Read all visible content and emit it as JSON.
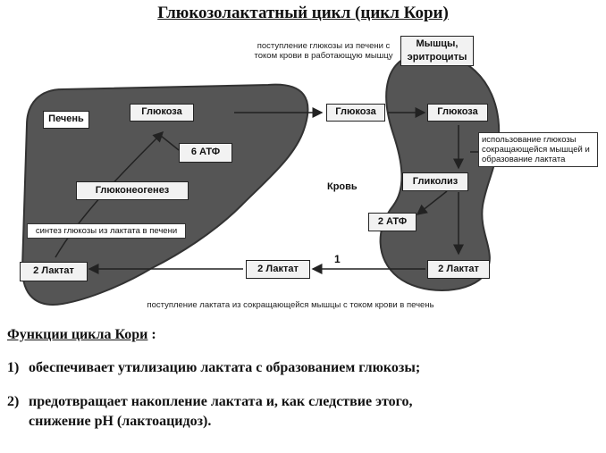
{
  "title": "Глюкозолактатный цикл (цикл Кори)",
  "diagram": {
    "liver_label": "Печень",
    "muscle_label": "Мышцы, эритроциты",
    "blood_label": "Кровь",
    "liver_glucose": "Глюкоза",
    "atp6": "6 АТФ",
    "gluconeogenesis": "Глюконеогенез",
    "liver_lactate": "2 Лактат",
    "blood_glucose": "Глюкоза",
    "muscle_glucose": "Глюкоза",
    "glycolysis": "Гликолиз",
    "atp2": "2 АТФ",
    "muscle_lactate": "2 Лактат",
    "blood_lactate": "2 Лактат",
    "step_number": "1",
    "note_glucose_supply": "поступление глюкозы из печени с током крови в работающую мышцу",
    "note_glucose_use": "использование глюкозы сокращающейся мышцей и образование лактата",
    "note_synthesis": "синтез глюкозы из лактата в печени",
    "note_lactate_supply": "поступление лактата из сокращающейся мышцы с током крови в печень"
  },
  "functions": {
    "heading": "Функции цикла Кори",
    "heading_suffix": " :",
    "items": [
      {
        "num": "1)",
        "text": "обеспечивает утилизацию лактата с образованием глюкозы;"
      },
      {
        "num": "2)",
        "text": "предотвращает накопление лактата и, как следствие этого,"
      },
      {
        "num": "",
        "text": "снижение pH (лактоацидоз)."
      }
    ]
  }
}
